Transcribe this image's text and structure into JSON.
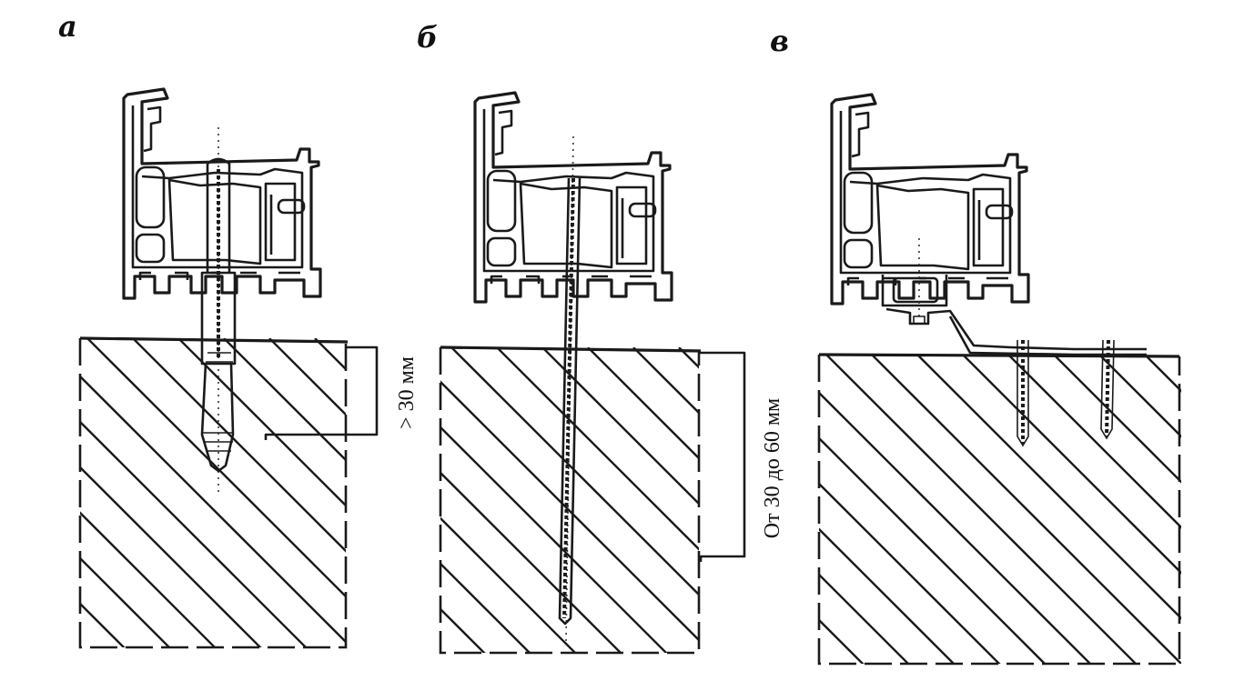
{
  "panels": [
    {
      "label": "а",
      "dimension": "> 30 мм"
    },
    {
      "label": "б",
      "dimension": "От 30 до 60 мм"
    },
    {
      "label": "в",
      "dimension": ""
    }
  ]
}
